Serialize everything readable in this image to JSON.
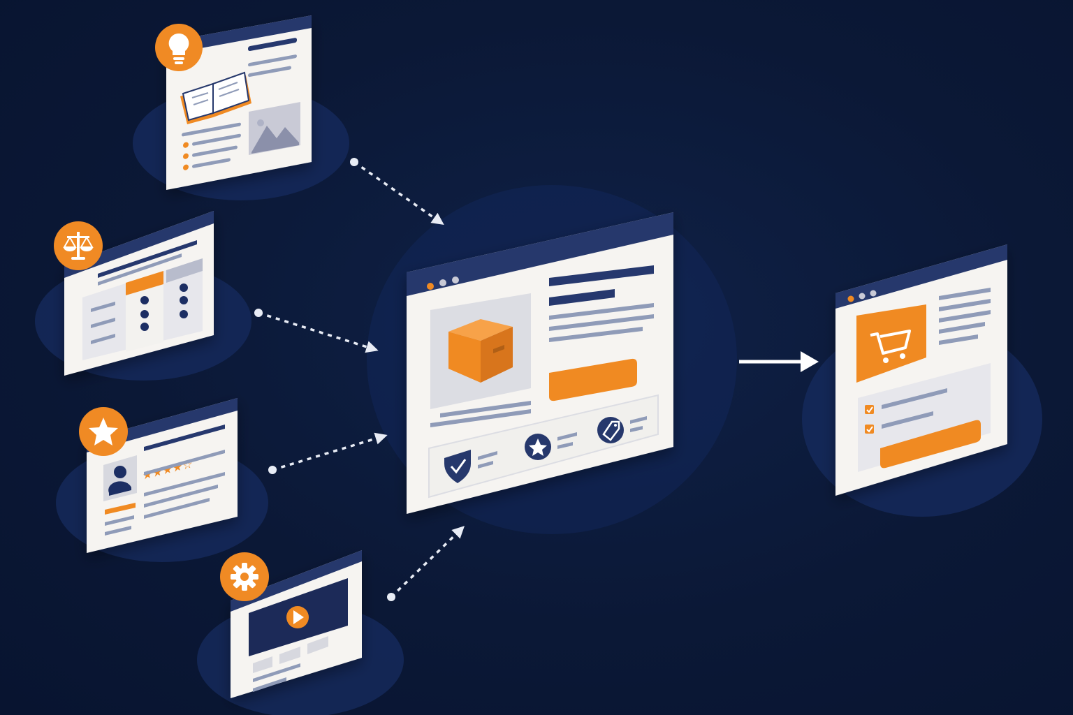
{
  "colors": {
    "background": "#0b1836",
    "card": "#f6f4f1",
    "header": "#27386c",
    "accent": "#f08a24",
    "line": "#8f9bb8"
  },
  "nodes": [
    {
      "id": "knowledge-page",
      "badge_icon": "lightbulb-icon",
      "content_icons": [
        "open-book-icon",
        "image-placeholder-icon"
      ]
    },
    {
      "id": "comparison-page",
      "badge_icon": "scales-icon",
      "content_icons": [
        "checkmark-icon"
      ]
    },
    {
      "id": "review-page",
      "badge_icon": "star-icon",
      "content_icons": [
        "user-avatar-icon",
        "rating-stars-icon"
      ],
      "rating": 4.5,
      "rating_max": 5
    },
    {
      "id": "video-page",
      "badge_icon": "gear-icon",
      "content_icons": [
        "play-icon"
      ]
    },
    {
      "id": "product-page",
      "content_icons": [
        "box-icon",
        "shield-check-icon",
        "star-badge-icon",
        "price-tag-icon"
      ]
    },
    {
      "id": "checkout-page",
      "content_icons": [
        "shopping-cart-icon",
        "checkbox-icon"
      ]
    }
  ],
  "edges": [
    {
      "from": "knowledge-page",
      "to": "product-page",
      "style": "dotted"
    },
    {
      "from": "comparison-page",
      "to": "product-page",
      "style": "dotted"
    },
    {
      "from": "review-page",
      "to": "product-page",
      "style": "dotted"
    },
    {
      "from": "video-page",
      "to": "product-page",
      "style": "dotted"
    },
    {
      "from": "product-page",
      "to": "checkout-page",
      "style": "solid"
    }
  ]
}
